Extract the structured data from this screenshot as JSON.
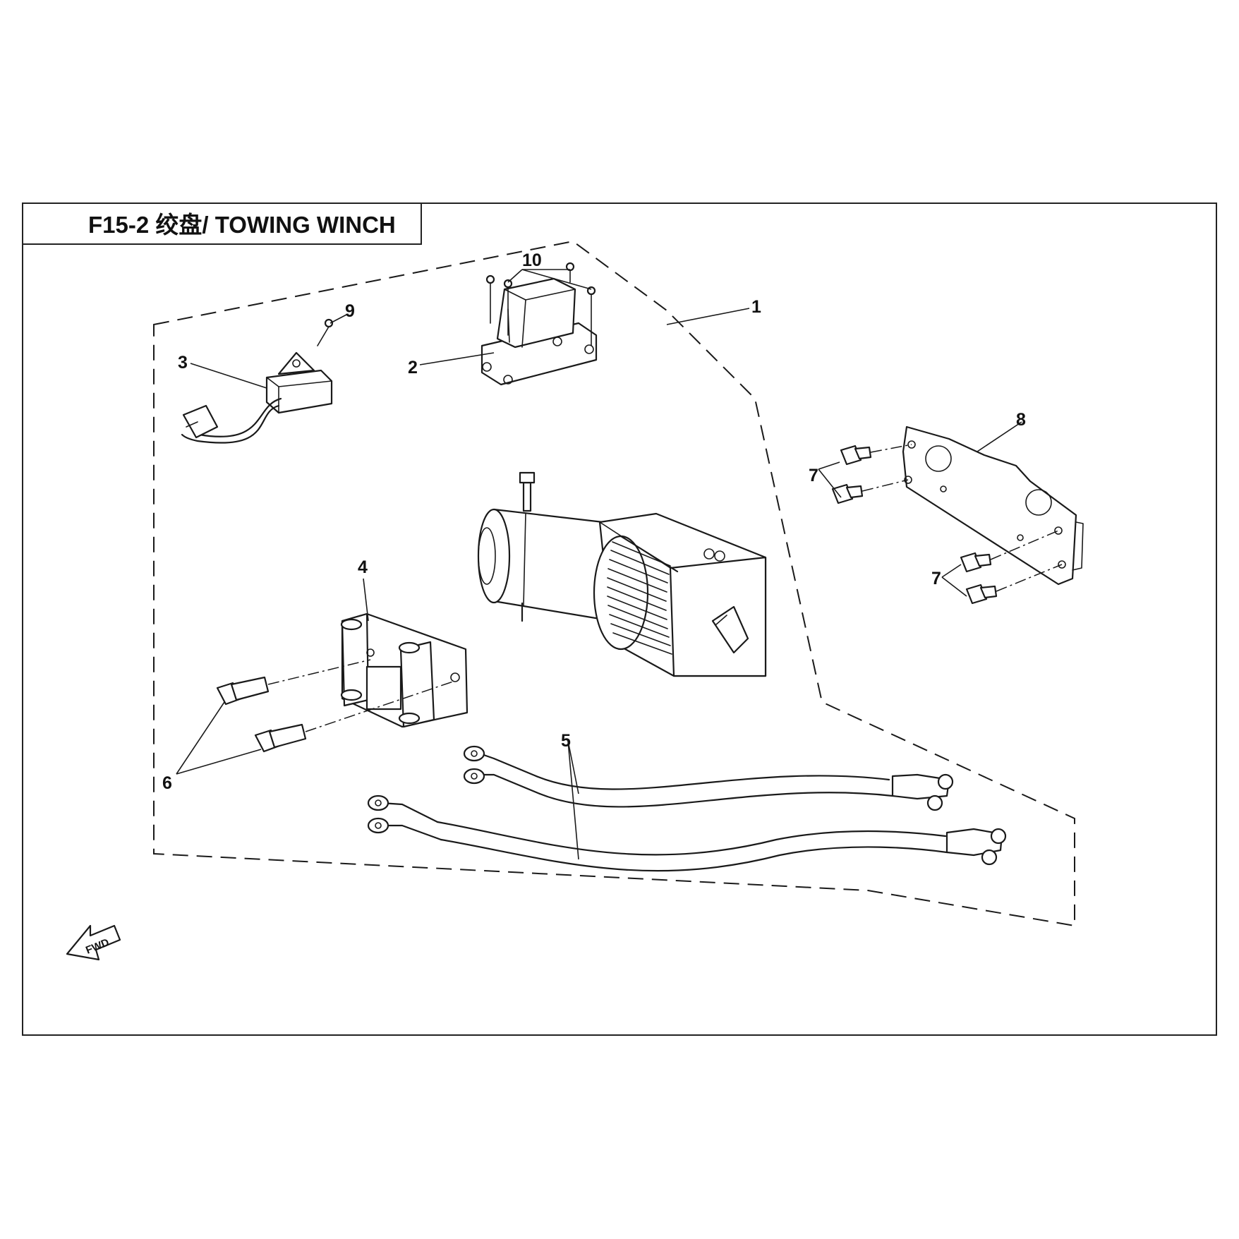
{
  "title": "F15-2  绞盘/ TOWING WINCH",
  "fwd_label": "FWD",
  "callouts": {
    "c1": "1",
    "c2": "2",
    "c3": "3",
    "c4": "4",
    "c5": "5",
    "c6": "6",
    "c7a": "7",
    "c7b": "7",
    "c8": "8",
    "c9": "9",
    "c10": "10"
  }
}
